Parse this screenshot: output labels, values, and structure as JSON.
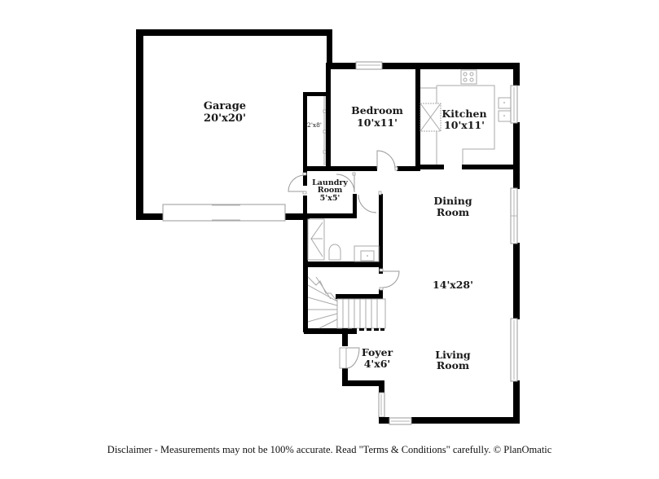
{
  "floorplan": {
    "rooms": [
      {
        "id": "garage",
        "name": "Garage",
        "dims": "20'x20'"
      },
      {
        "id": "closet",
        "name": "",
        "dims": "2'x8'"
      },
      {
        "id": "bedroom",
        "name": "Bedroom",
        "dims": "10'x11'"
      },
      {
        "id": "kitchen",
        "name": "Kitchen",
        "dims": "10'x11'"
      },
      {
        "id": "laundry",
        "name_line1": "Laundry",
        "name_line2": "Room",
        "dims": "5'x5'"
      },
      {
        "id": "dining",
        "name_line1": "Dining",
        "name_line2": "Room"
      },
      {
        "id": "great-room",
        "dims": "14'x28'"
      },
      {
        "id": "foyer",
        "name": "Foyer",
        "dims": "4'x6'"
      },
      {
        "id": "living",
        "name_line1": "Living",
        "name_line2": "Room"
      }
    ],
    "colors": {
      "wall": "#000000",
      "fixture": "#a8a8a8",
      "background": "#ffffff"
    }
  },
  "footer": {
    "disclaimer": "Disclaimer - Measurements may not be 100% accurate. Read \"Terms & Conditions\" carefully. © PlanOmatic"
  }
}
